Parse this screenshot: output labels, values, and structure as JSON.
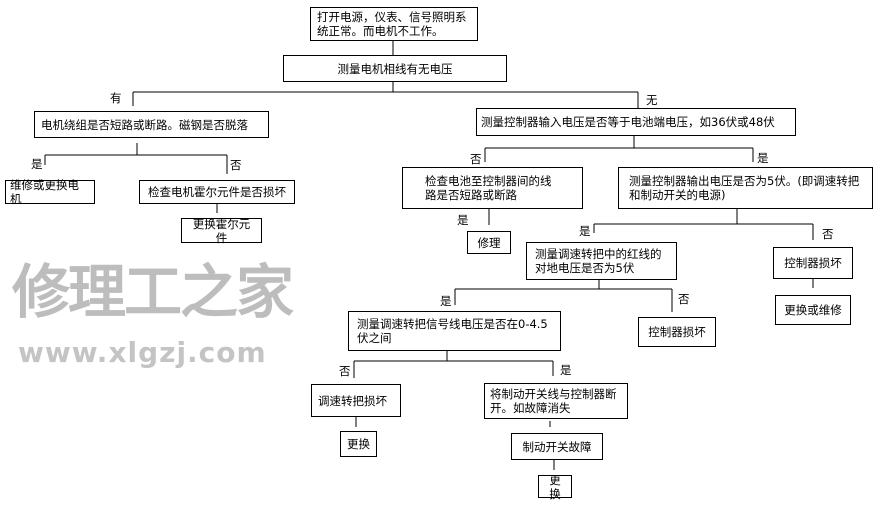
{
  "watermark": {
    "name": "修理工之家",
    "url": "www.xlgzj.com"
  },
  "nodes": {
    "start": "打开电源，仪表、信号照明系统正常。而电机不工作。",
    "measure_phase": "测量电机相线有无电压",
    "winding": "电机绕组是否短路或断路。磁钢是否脱落",
    "repair_motor": "维修或更换电机",
    "check_hall": "检查电机霍尔元件是否损坏",
    "replace_hall": "更换霍尔元件",
    "controller_input": "测量控制器输入电压是否等于电池端电压，如36伏或48伏",
    "check_wiring": "检查电池至控制器间的线路是否短路或断路",
    "repair": "修理",
    "controller_output": "测量控制器输出电压是否为5伏。(即调速转把和制动开关的电源)",
    "red_wire": "测量调速转把中的红线的对地电压是否为5伏",
    "controller_broken_right": "控制器损坏",
    "replace_or_repair": "更换或维修",
    "controller_broken_mid": "控制器损坏",
    "signal_wire": "测量调速转把信号线电压是否在0-4.5伏之间",
    "throttle_broken": "调速转把损坏",
    "replace_throttle": "更换",
    "brake_disconnect": "将制动开关线与控制器断开。如故障消失",
    "brake_fault": "制动开关故障",
    "replace_brake": "更换"
  },
  "labels": {
    "have": "有",
    "none": "无",
    "yes": "是",
    "no": "否"
  }
}
